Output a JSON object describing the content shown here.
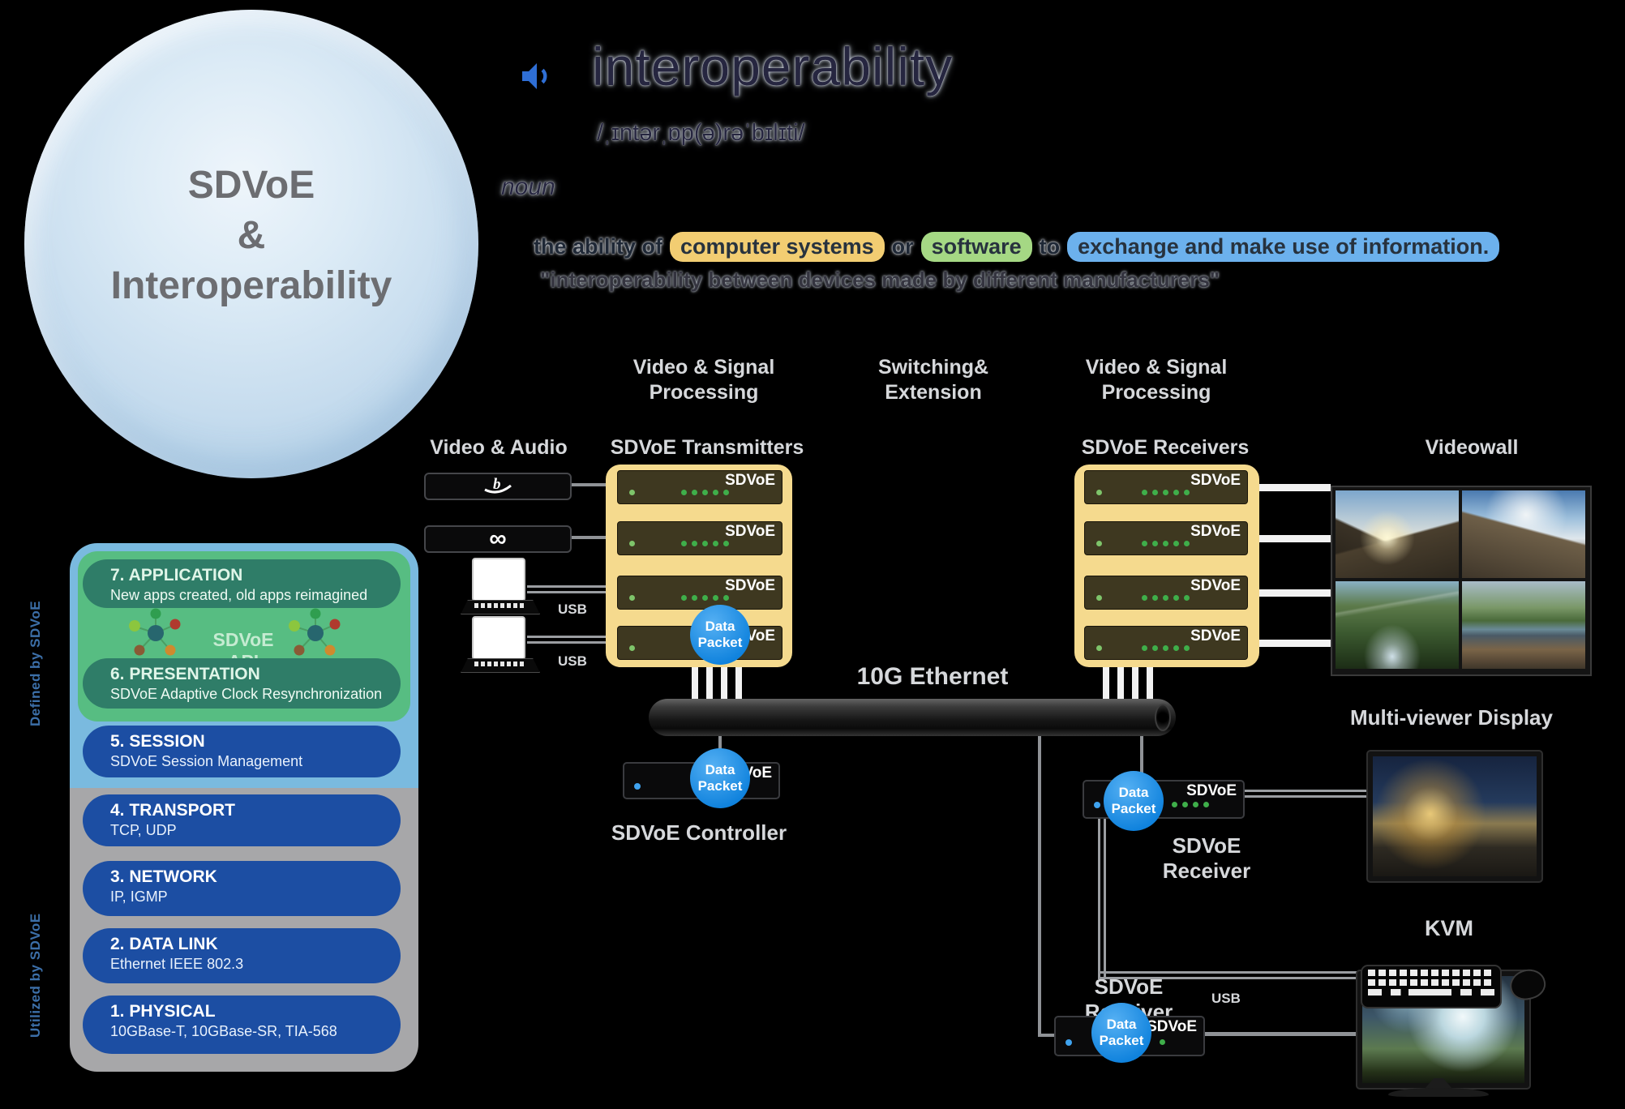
{
  "bubble": {
    "line1": "SDVoE",
    "line2": "&",
    "line3": "Interoperability"
  },
  "dictionary": {
    "word": "interoperability",
    "pronunciation": "/ˌɪntərˌɒp(ə)rəˈbɪlɪti/",
    "part_of_speech": "noun",
    "definition": {
      "lead": "the ability of",
      "highlight_yellow": "computer systems",
      "conj1": "or",
      "highlight_green": "software",
      "conj2": "to",
      "highlight_blue": "exchange and make use of information."
    },
    "example": "\"interoperability between devices made by different manufacturers\"",
    "highlight_colors": {
      "yellow": "#f2cd72",
      "green": "#a5d884",
      "blue": "#6cb1ed"
    }
  },
  "osi": {
    "defined_by": "Defined by SDVoE",
    "utilized_by": "Utilized by SDVoE",
    "api_label": "SDVoE API",
    "layers": [
      {
        "title": "7. APPLICATION",
        "subtitle": "New apps created, old apps reimagined"
      },
      {
        "title": "6. PRESENTATION",
        "subtitle": "SDVoE Adaptive Clock Resynchronization"
      },
      {
        "title": "5. SESSION",
        "subtitle": "SDVoE Session Management"
      },
      {
        "title": "4. TRANSPORT",
        "subtitle": "TCP, UDP"
      },
      {
        "title": "3. NETWORK",
        "subtitle": "IP, IGMP"
      },
      {
        "title": "2. DATA LINK",
        "subtitle": "Ethernet IEEE 802.3"
      },
      {
        "title": "1. PHYSICAL",
        "subtitle": "10GBase-T, 10GBase-SR, TIA-568"
      }
    ]
  },
  "diagram": {
    "headers": {
      "col1_line1": "Video & Signal",
      "col1_line2": "Processing",
      "col2_line1": "Switching&",
      "col2_line2": "Extension",
      "col3_line1": "Video & Signal",
      "col3_line2": "Processing"
    },
    "rows": {
      "sources": "Video & Audio",
      "transmitters": "SDVoE Transmitters",
      "receivers": "SDVoE Receivers",
      "videowall": "Videowall"
    },
    "brand": "SDVoE",
    "usb": "USB",
    "infinity_symbol": "∞",
    "ethernet_label": "10G Ethernet",
    "data_packet": {
      "line1": "Data",
      "line2": "Packet"
    },
    "controller_label": "SDVoE Controller",
    "receiver_mid_label": "SDVoE Receiver",
    "receiver_bottom_label": "SDVoE Receiver",
    "multiviewer_label": "Multi-viewer Display",
    "kvm_label": "KVM"
  }
}
